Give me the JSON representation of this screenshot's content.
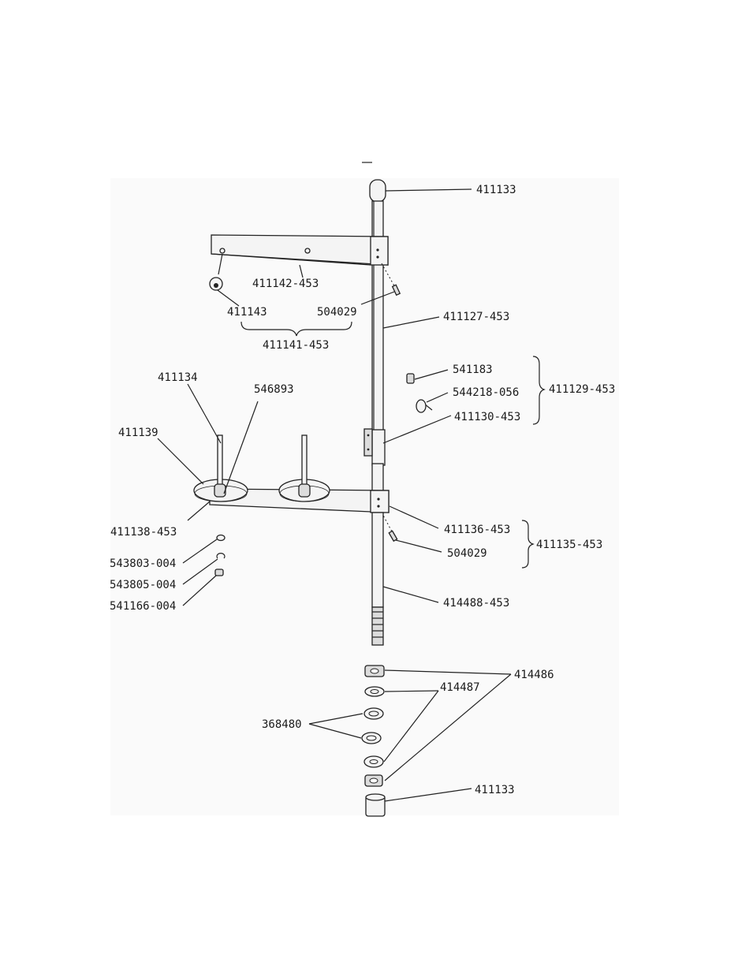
{
  "labels": {
    "cap_top": "411133",
    "arm_top": "411142-453",
    "clip": "411143",
    "screw_upper": "504029",
    "group_upper": "411141-453",
    "rod_upper": "411127-453",
    "screw_small": "541183",
    "thumb_screw": "544218-056",
    "sleeve": "411130-453",
    "group_sleeve": "411129-453",
    "pin": "411134",
    "pin_base": "546893",
    "disc": "411139",
    "arm_lower": "411138-453",
    "bracket": "411136-453",
    "screw_lower": "504029",
    "group_lower": "411135-453",
    "washer_a": "543803-004",
    "clip_b": "543805-004",
    "nut_c": "541166-004",
    "rod_lower": "414488-453",
    "nut": "414486",
    "washer_big": "414487",
    "washer_pair": "368480",
    "cap_bottom": "411133"
  }
}
